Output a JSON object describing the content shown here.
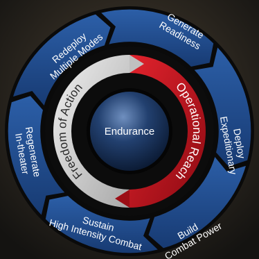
{
  "diagram": {
    "center": {
      "label": "Endurance"
    },
    "inner_arcs": [
      {
        "label": "Freedom of Action",
        "color": "#d7d7d7"
      },
      {
        "label": "Operational Reach",
        "color": "#c1121c"
      }
    ],
    "cycle_steps": [
      {
        "line1": "Generate",
        "line2": "Readiness"
      },
      {
        "line1": "Deploy",
        "line2": "Expeditionary"
      },
      {
        "line1": "Build",
        "line2": "Combat Power"
      },
      {
        "line1": "Sustain",
        "line2": "High Intensity Combat"
      },
      {
        "line1": "Regenerate",
        "line2": "In-theater"
      },
      {
        "line1": "Redeploy",
        "line2": "Multiple Modes"
      }
    ],
    "colors": {
      "outer_ring": "#1f4a8c",
      "background": "#1b1a18",
      "center_orb": "#1e3a68"
    }
  }
}
